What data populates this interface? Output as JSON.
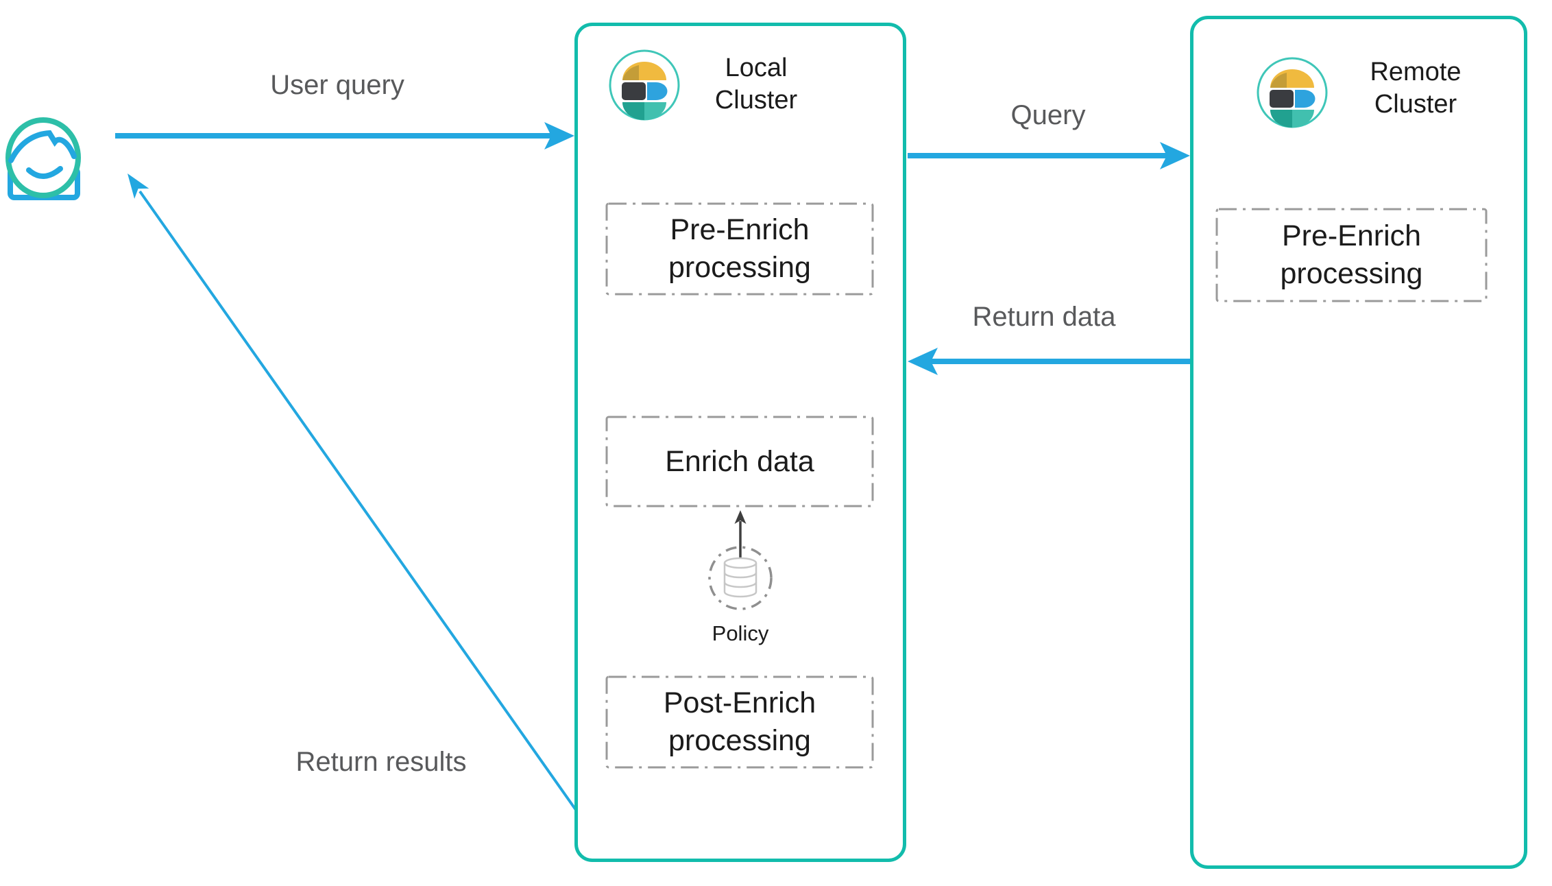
{
  "labels": {
    "user_query": "User query",
    "query": "Query",
    "return_data": "Return data",
    "return_results": "Return results"
  },
  "local_cluster": {
    "title": "Local Cluster",
    "logo_icon": "elasticsearch-logo",
    "steps": {
      "pre_enrich": "Pre-Enrich processing",
      "enrich": "Enrich data",
      "post_enrich": "Post-Enrich processing"
    },
    "policy": {
      "label": "Policy",
      "icon": "database-icon"
    }
  },
  "remote_cluster": {
    "title": "Remote Cluster",
    "logo_icon": "elasticsearch-logo",
    "steps": {
      "pre_enrich": "Pre-Enrich processing"
    }
  },
  "icons": {
    "user": "user-face-icon",
    "cluster_logo": "elasticsearch-logo-icon",
    "policy": "database-icon"
  },
  "colors": {
    "cluster_border_teal": "#12bcac",
    "logo_ring_teal": "#3fc6b8",
    "arrow_blue": "#23a7e0",
    "head_teal": "#2dbfa8",
    "label_gray": "#58595b",
    "dashed_gray": "#9a9a9a",
    "text_black": "#1b1b1b",
    "policy_arrow_black": "#3f3f3f"
  }
}
